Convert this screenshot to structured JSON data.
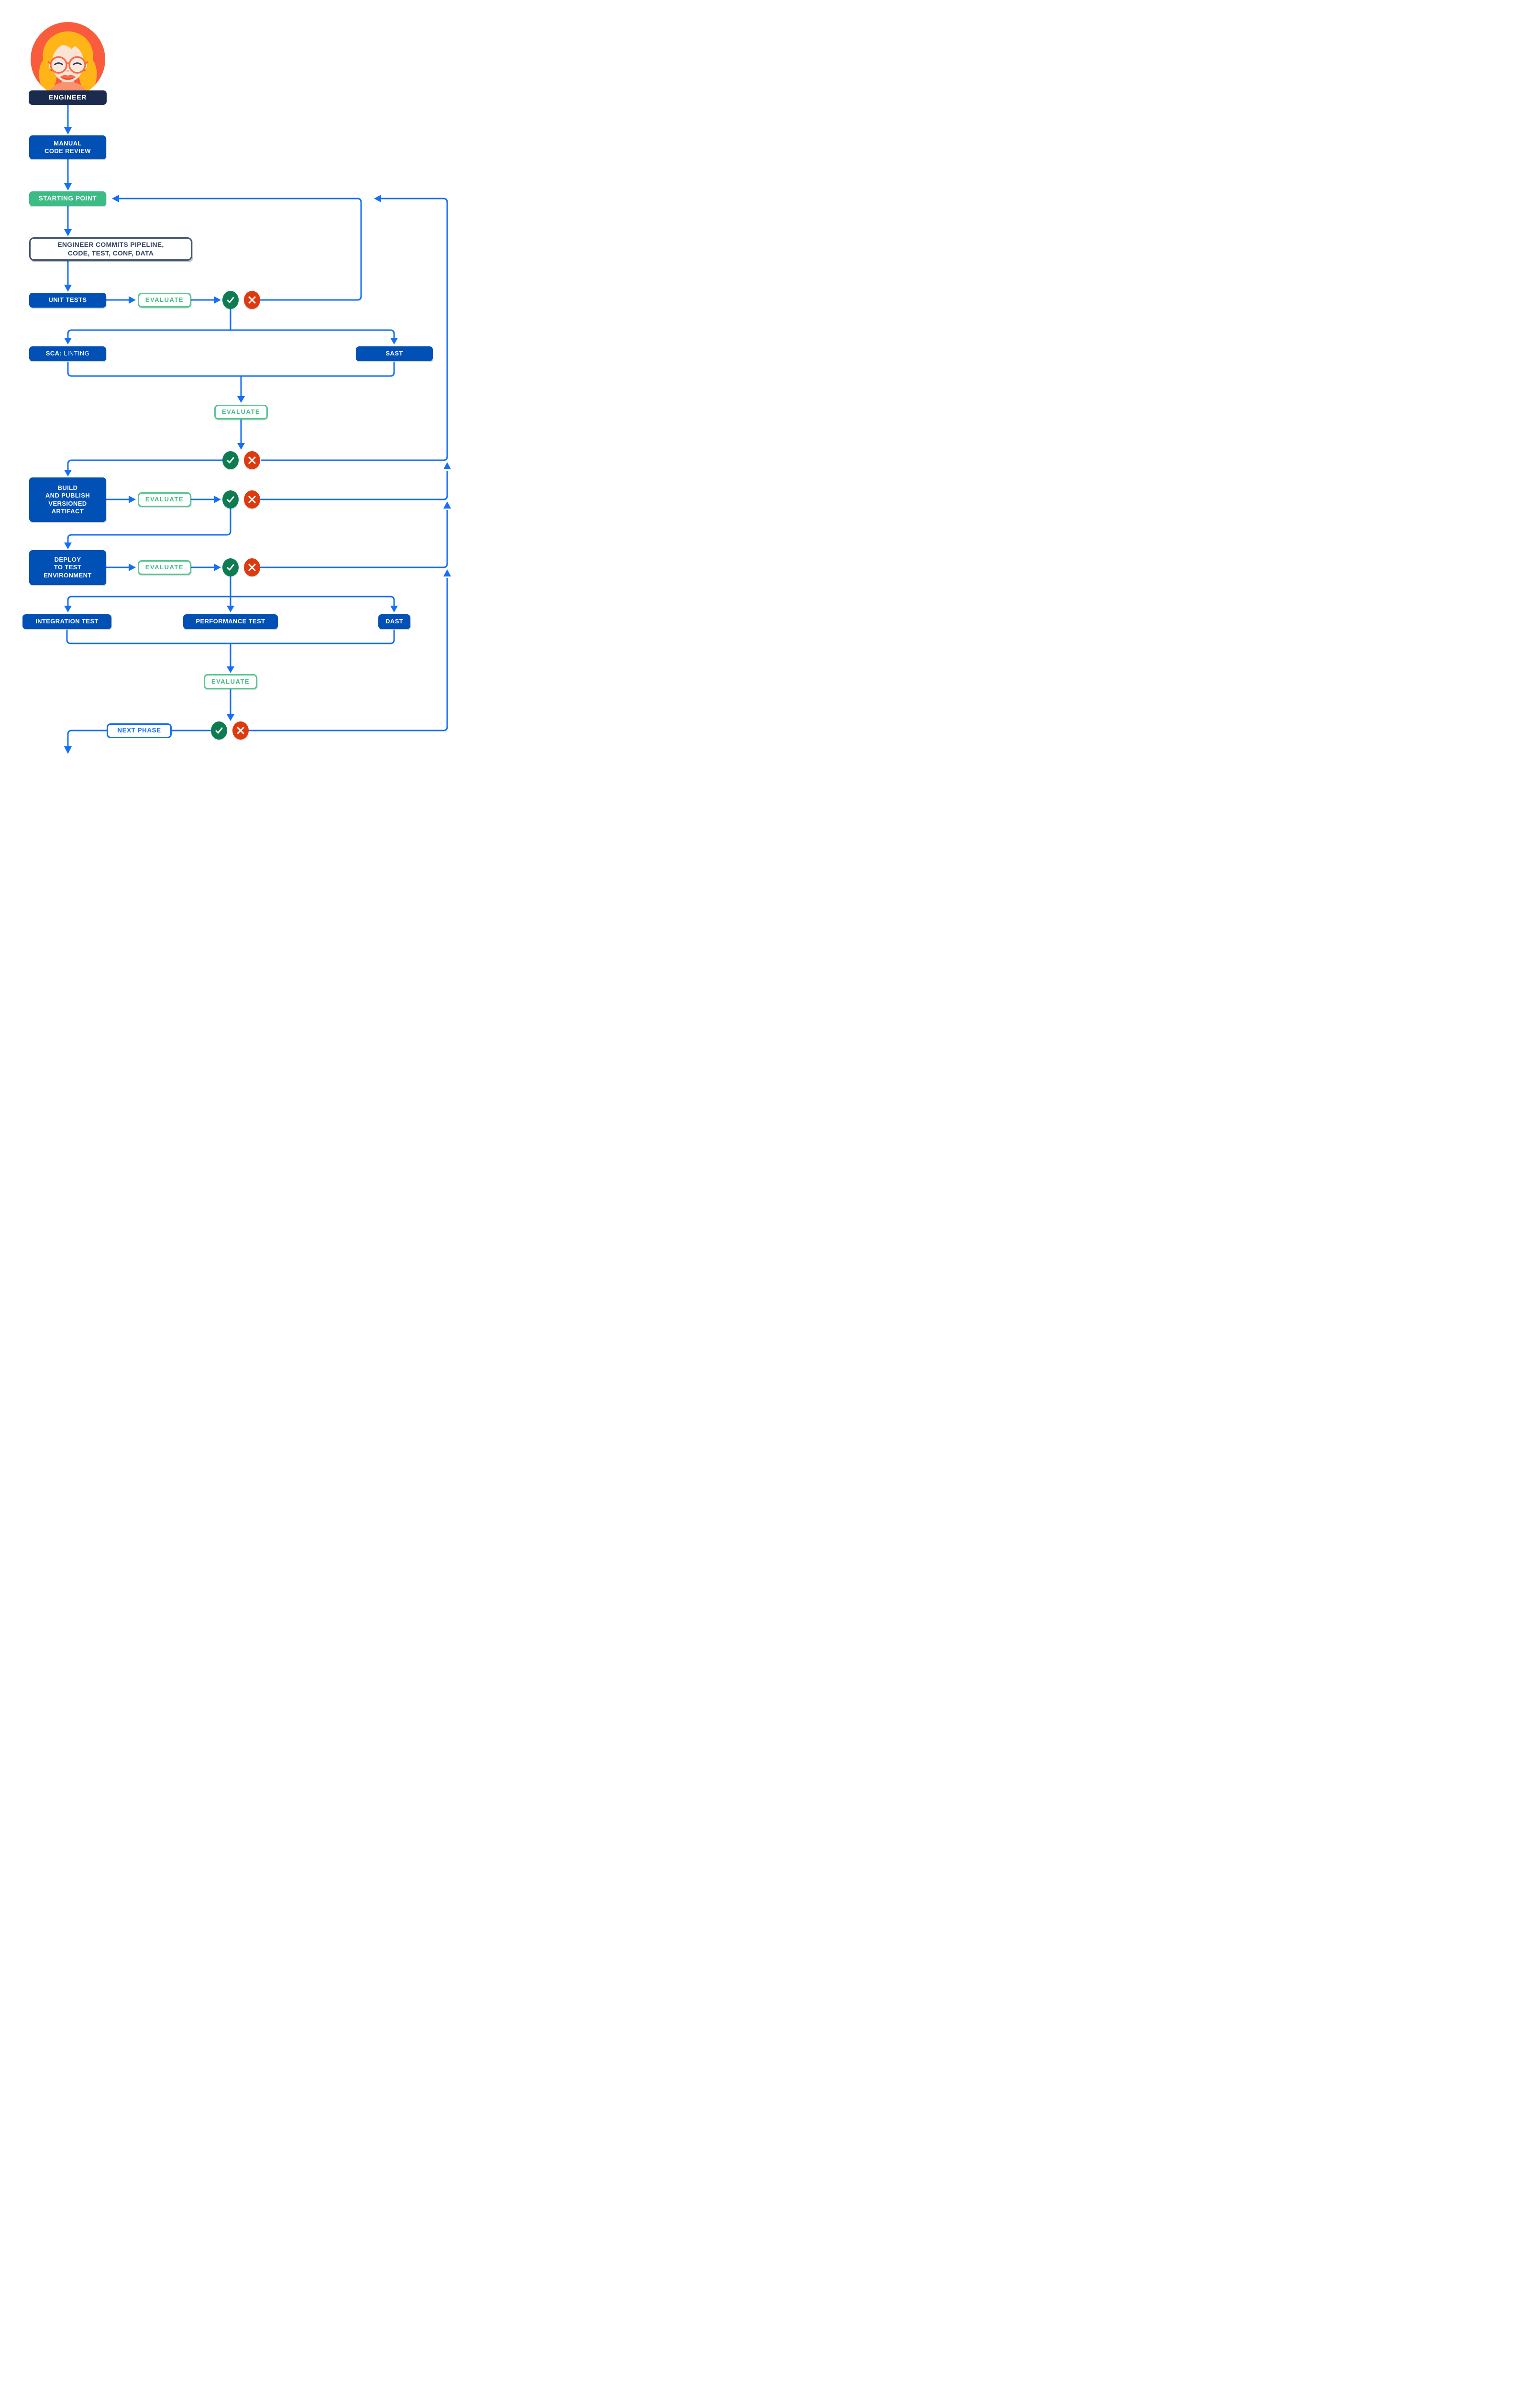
{
  "diagram_title": "engineer pipeline flowchart",
  "avatar": {
    "label": "ENGINEER"
  },
  "nodes": {
    "manual_code_review": {
      "line1": "MANUAL",
      "line2": "CODE REVIEW"
    },
    "starting_point": "STARTING POINT",
    "commit": {
      "line1": "ENGINEER COMMITS PIPELINE,",
      "line2": "CODE, TEST, CONF, DATA"
    },
    "unit_tests": "UNIT TESTS",
    "evaluate": "EVALUATE",
    "sca_linting": {
      "prefix": "SCA:",
      "rest": " LINTING"
    },
    "sast": "SAST",
    "build": {
      "line1": "BUILD",
      "line2": "AND PUBLISH",
      "line3": "VERSIONED",
      "line4": "ARTIFACT"
    },
    "deploy": {
      "line1": "DEPLOY",
      "line2": "TO TEST",
      "line3": "ENVIRONMENT"
    },
    "integration_test": "INTEGRATION TEST",
    "performance_test": "PERFORMANCE TEST",
    "dast": "DAST",
    "next_phase": "NEXT PHASE"
  },
  "icons": {
    "pass": "check-icon",
    "fail": "x-icon"
  },
  "colors": {
    "box_blue": "#0050B5",
    "arrow_blue": "#146FF4",
    "navy": "#1B2B4D",
    "slate_outline": "#44546F",
    "green_solid": "#3CBC85",
    "green_outline": "#57C78E",
    "green_text": "#3FBC81",
    "check_green": "#0E7C50",
    "fail_red": "#DE3A0F",
    "avatar_orange": "#F95B3D",
    "hair_yellow": "#FFB517"
  }
}
